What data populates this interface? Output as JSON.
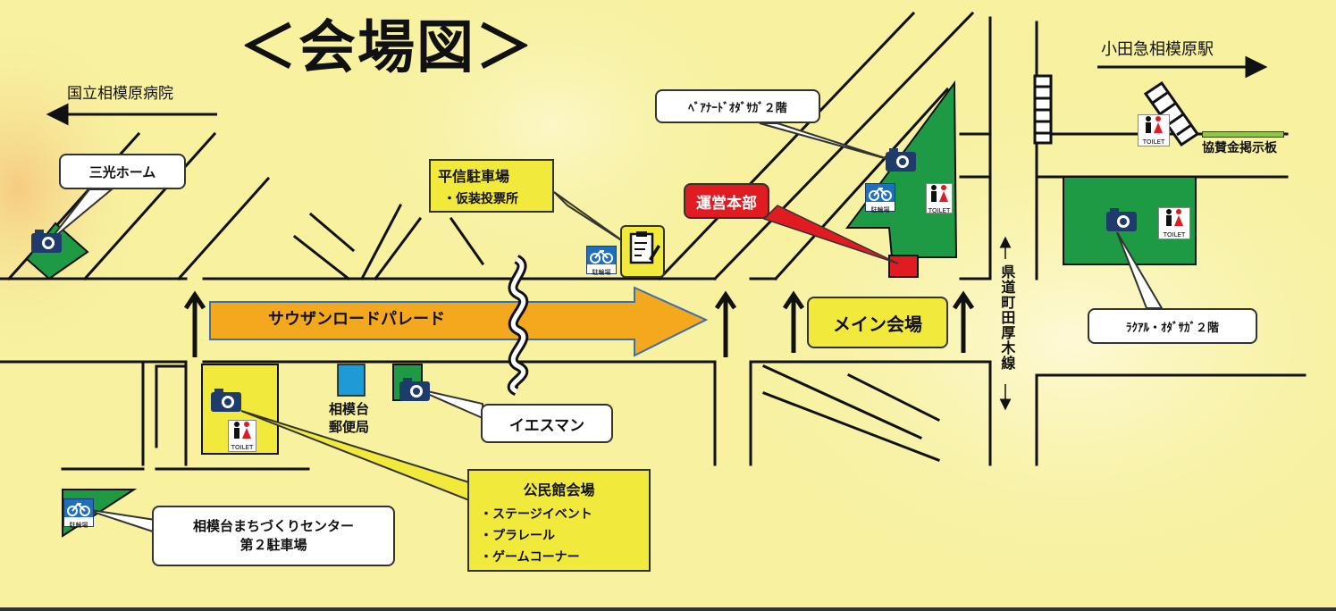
{
  "title": "＜会場図＞",
  "directions": {
    "hospital": "国立相模原病院",
    "station": "小田急相模原駅",
    "prefectural_road": "県道町田厚木線"
  },
  "parade": {
    "label": "サウザンロードパレード"
  },
  "venues": {
    "main": "メイン会場",
    "hq": "運営本部",
    "sanko": "三光ホーム",
    "besmart": "ﾍﾞｱﾅｰﾄﾞｵﾀﾞｻｶﾞ２階",
    "racual": "ﾗｸｱﾙ・ｵﾀﾞｻｶﾞ２階",
    "kyosan": "協賛金掲示板",
    "yesman": "イエスマン",
    "post_office": [
      "相模台",
      "郵便局"
    ],
    "parking2": [
      "相模台まちづくりセンター",
      "第２駐車場"
    ],
    "heishin": {
      "title": "平信駐車場",
      "items": [
        "・仮装投票所"
      ]
    },
    "kominkan": {
      "title": "公民館会場",
      "items": [
        "・ステージイベント",
        "・プラレール",
        "・ゲームコーナー"
      ]
    }
  },
  "icons": {
    "toilet_label": "TOILET",
    "bike_label": "駐輪場"
  },
  "colors": {
    "background": "#f7f1a0",
    "green_area": "#1f9a44",
    "parade_arrow": "#f3a81d",
    "hq_red": "#e11b22",
    "yellow_box": "#f1ea3c",
    "camera_navy": "#1f3b6b"
  }
}
